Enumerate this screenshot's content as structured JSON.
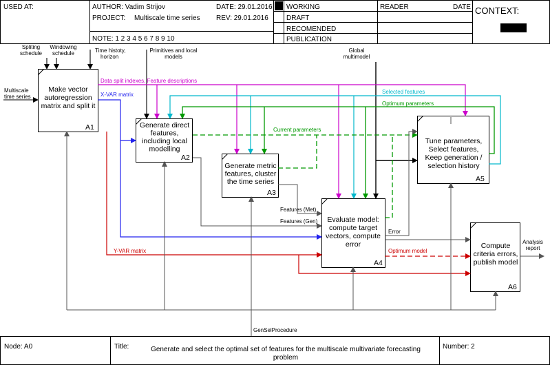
{
  "header": {
    "used_at": "USED AT:",
    "author": "AUTHOR:  Vadim Strijov",
    "project": "PROJECT:",
    "project_name": "Multiscale time series",
    "date": "DATE:  29.01.2016",
    "rev": "REV:   29.01.2016",
    "note": "NOTE:  1  2  3  4  5  6  7  8  9  10",
    "status": [
      "WORKING",
      "DRAFT",
      "RECOMENDED",
      "PUBLICATION"
    ],
    "reader": "READER",
    "date_col": "DATE",
    "context": "CONTEXT:"
  },
  "inputs": {
    "splitting": [
      "Spliting",
      "schedule"
    ],
    "windowing": [
      "Windowing",
      "schedule"
    ],
    "time_history": [
      "Time histoty,",
      "horizon"
    ],
    "primitives": [
      "Primitives and local",
      "models"
    ],
    "global_model": [
      "Global",
      "multimodel"
    ],
    "multiscale": [
      "Multiscale",
      "time series"
    ]
  },
  "boxes": {
    "a1": {
      "lines": [
        "Make vector",
        "autoregression",
        "matrix and split it"
      ],
      "id": "A1"
    },
    "a2": {
      "lines": [
        "Generate direct",
        "features,",
        "including local",
        "modelling"
      ],
      "id": "A2"
    },
    "a3": {
      "lines": [
        "Generate metric",
        "features, cluster",
        "the time series"
      ],
      "id": "A3"
    },
    "a4": {
      "lines": [
        "Evaluate model:",
        "compute target",
        "vectors, compute",
        "error"
      ],
      "id": "A4"
    },
    "a5": {
      "lines": [
        "Tune parameters,",
        "Select features,",
        "Keep generation /",
        "selection history"
      ],
      "id": "A5"
    },
    "a6": {
      "lines": [
        "Compute",
        "criteria errors,",
        "publish model"
      ],
      "id": "A6"
    }
  },
  "arrows": {
    "data_split": "Data split indexes, Feature descriptions",
    "xvar": "X-VAR matrix",
    "yvar": "Y-VAR matrix",
    "selected": "Selected features",
    "optimum_params": "Optimum parameters",
    "current_params": "Current parameters",
    "features_met": "Features (Met)",
    "features_gen": "Features (Gen)",
    "error": "Error",
    "optimum_model": "Optimum model",
    "analysis": [
      "Analysis",
      "report"
    ],
    "gensel": "GenSelProcedure"
  },
  "colors": {
    "magenta": "#cc00cc",
    "blue": "#2222ee",
    "cyan": "#00b8cc",
    "green": "#009900",
    "red": "#cc0000",
    "gray": "#555555"
  },
  "footer": {
    "node": "Node:  A0",
    "title_label": "Title:",
    "title": [
      "Generate and select the optimal set of features for the multiscale multivariate forecasting",
      "problem"
    ],
    "number": "Number: 2"
  }
}
